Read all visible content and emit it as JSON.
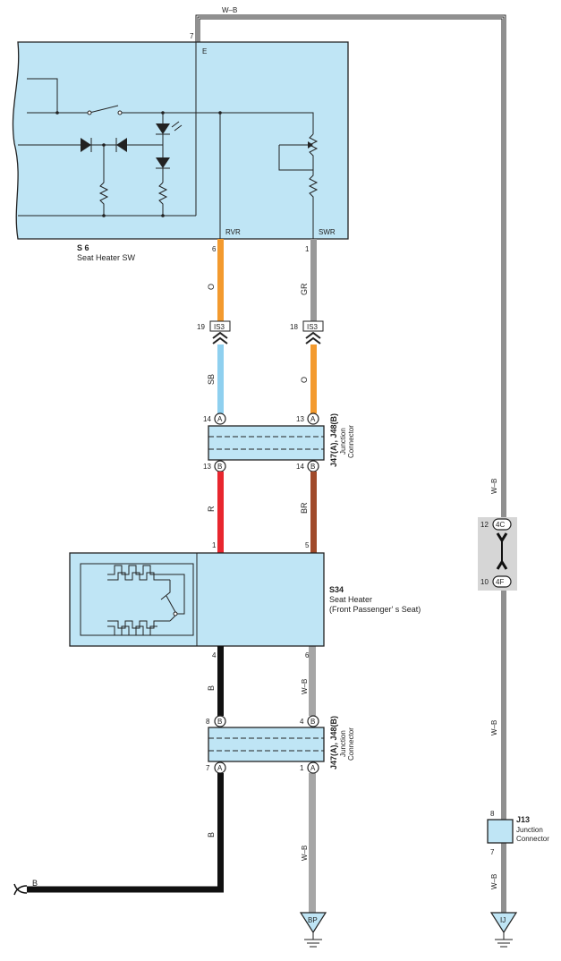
{
  "components": {
    "s6": {
      "code": "S 6",
      "name": "Seat Heater SW",
      "pin_e": "E",
      "pin_rvr": "RVR",
      "pin_swr": "SWR",
      "pin_7": "7",
      "pin_6": "6",
      "pin_1": "1"
    },
    "s34": {
      "code": "S34",
      "name": "Seat Heater",
      "name2": "(Front Passenger' s Seat)",
      "pin_1": "1",
      "pin_5": "5",
      "pin_4": "4",
      "pin_6": "6"
    },
    "j47_upper": {
      "code": "J47(A), J48(B)",
      "name": "Junction",
      "name2": "Connector",
      "pin_l_top": "14",
      "pin_r_top": "13",
      "pin_l_bot": "13",
      "pin_r_bot": "14",
      "letter_top": "A",
      "letter_bot": "B"
    },
    "j47_lower": {
      "code": "J47(A), J48(B)",
      "name": "Junction",
      "name2": "Connector",
      "pin_l_top": "8",
      "pin_r_top": "4",
      "pin_l_bot": "7",
      "pin_r_bot": "1",
      "letter_top": "B",
      "letter_bot": "A"
    },
    "j13": {
      "code": "J13",
      "name": "Junction",
      "name2": "Connector",
      "pin_top": "8",
      "pin_bot": "7"
    }
  },
  "connectors": {
    "is3_left": {
      "label": "IS3",
      "pin": "19"
    },
    "is3_right": {
      "label": "IS3",
      "pin": "18"
    },
    "c4c": {
      "label": "4C",
      "pin": "12"
    },
    "c4f": {
      "label": "4F",
      "pin": "10"
    }
  },
  "wires": {
    "wb_top": "W–B",
    "o_left": "O",
    "gr": "GR",
    "sb": "SB",
    "o_right": "O",
    "r": "R",
    "br": "BR",
    "b_upper": "B",
    "wb_mid": "W–B",
    "b_lower": "B",
    "wb_low": "W–B",
    "b_horiz": "B",
    "wb_right1": "W–B",
    "wb_right2": "W–B",
    "wb_right3": "W–B"
  },
  "grounds": {
    "bp": "BP",
    "ij": "IJ"
  },
  "colors": {
    "orange": "#f39a2e",
    "gray": "#999999",
    "light_blue": "#8fd0ef",
    "red": "#e8262e",
    "brown": "#a04a2a",
    "black": "#111111",
    "component_fill": "#bfe5f5",
    "connector_bg": "#d6d6d6"
  }
}
